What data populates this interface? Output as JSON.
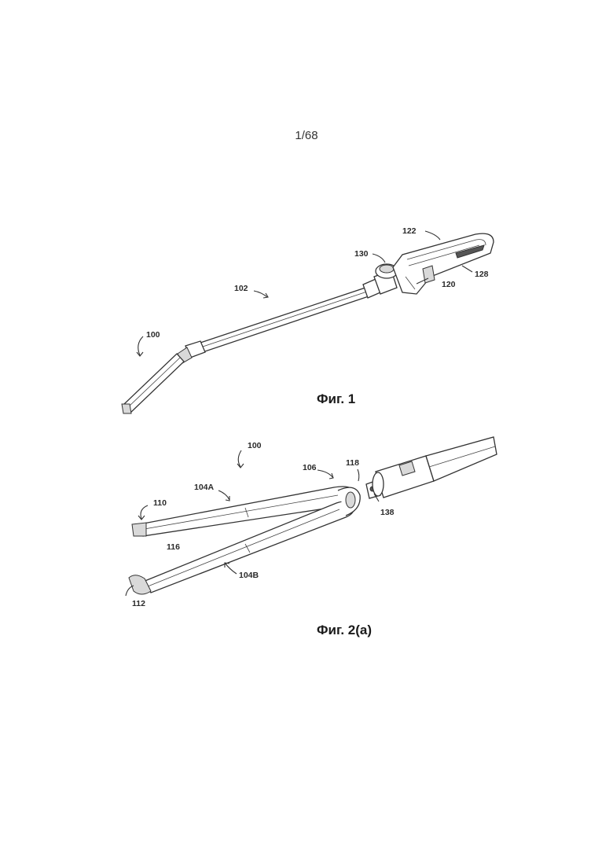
{
  "page": {
    "number": "1/68"
  },
  "figure1": {
    "caption": "Фиг. 1",
    "labels": {
      "l100": "100",
      "l102": "102",
      "l120": "120",
      "l122": "122",
      "l128": "128",
      "l130": "130"
    }
  },
  "figure2": {
    "caption": "Фиг. 2(a)",
    "labels": {
      "l100": "100",
      "l104a": "104A",
      "l104b": "104B",
      "l106": "106",
      "l110": "110",
      "l112": "112",
      "l116": "116",
      "l118": "118",
      "l138": "138"
    }
  }
}
